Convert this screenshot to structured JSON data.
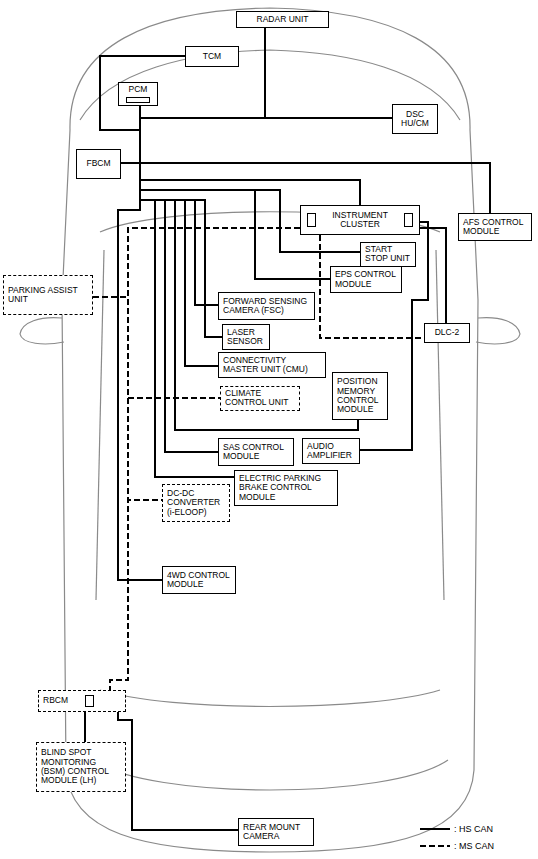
{
  "diagram": {
    "nodes": [
      {
        "text": [
          "RADAR UNIT"
        ]
      },
      {
        "text": [
          "TCM"
        ]
      },
      {
        "text": [
          "PCM"
        ]
      },
      {
        "text": [
          "DSC HU/CM"
        ]
      },
      {
        "text": [
          "FBCM"
        ]
      },
      {
        "text": [
          "INSTRUMENT CLUSTER"
        ]
      },
      {
        "text": [
          "AFS CONTROL MODULE"
        ]
      },
      {
        "text": [
          "START STOP UNIT"
        ]
      },
      {
        "text": [
          "PARKING ASSIST UNIT"
        ]
      },
      {
        "text": [
          "EPS CONTROL MODULE"
        ]
      },
      {
        "text": [
          "FORWARD SENSING CAMERA (FSC)"
        ]
      },
      {
        "text": [
          "DLC-2"
        ]
      },
      {
        "text": [
          "LASER SENSOR"
        ]
      },
      {
        "text": [
          "CONNECTIVITY MASTER UNIT (CMU)"
        ]
      },
      {
        "text": [
          "POSITION MEMORY CONTROL MODULE"
        ]
      },
      {
        "text": [
          "CLIMATE CONTROL UNIT"
        ]
      },
      {
        "text": [
          "SAS CONTROL MODULE"
        ]
      },
      {
        "text": [
          "AUDIO AMPLIFIER"
        ]
      },
      {
        "text": [
          "ELECTRIC PARKING BRAKE CONTROL MODULE"
        ]
      },
      {
        "text": [
          "DC-DC CONVERTER (i-ELOOP)"
        ]
      },
      {
        "text": [
          "4WD CONTROL MODULE"
        ]
      },
      {
        "text": [
          "RBCM"
        ]
      },
      {
        "text": [
          "BLIND SPOT MONITORING (BSM) CONTROL MODULE (LH)"
        ]
      },
      {
        "text": [
          "REAR MOUNT CAMERA"
        ]
      }
    ],
    "edges": [
      {
        "from": 2,
        "to": 0,
        "arrow": "none"
      },
      {
        "from": 2,
        "to": 1,
        "arrow": "none"
      },
      {
        "from": 2,
        "to": 3,
        "arrow": "none"
      },
      {
        "from": 2,
        "to": 4,
        "arrow": "none"
      },
      {
        "from": 4,
        "to": 6,
        "arrow": "none"
      },
      {
        "from": 2,
        "to": 5,
        "arrow": "none"
      },
      {
        "from": 2,
        "to": 7,
        "arrow": "none"
      },
      {
        "from": 2,
        "to": 9,
        "arrow": "none"
      },
      {
        "from": 2,
        "to": 10,
        "arrow": "none"
      },
      {
        "from": 2,
        "to": 12,
        "arrow": "none"
      },
      {
        "from": 2,
        "to": 13,
        "arrow": "none"
      },
      {
        "from": 2,
        "to": 14,
        "arrow": "none"
      },
      {
        "from": 2,
        "to": 16,
        "arrow": "none"
      },
      {
        "from": 2,
        "to": 18,
        "arrow": "none"
      },
      {
        "from": 2,
        "to": 20,
        "arrow": "none"
      },
      {
        "from": 5,
        "to": 17,
        "arrow": "none"
      },
      {
        "from": 5,
        "to": 11,
        "arrow": "none"
      },
      {
        "from": 5,
        "to": 8,
        "arrow": "none"
      },
      {
        "from": 5,
        "to": 15,
        "arrow": "none"
      },
      {
        "from": 5,
        "to": 19,
        "arrow": "none"
      },
      {
        "from": 5,
        "to": 21,
        "arrow": "none"
      },
      {
        "from": 5,
        "to": 11,
        "arrow": "none"
      },
      {
        "from": 21,
        "to": 22,
        "arrow": "none"
      },
      {
        "from": 21,
        "to": 23,
        "arrow": "none"
      }
    ],
    "legend": [
      {
        "text": ": HS CAN"
      },
      {
        "text": ": MS CAN"
      }
    ]
  }
}
